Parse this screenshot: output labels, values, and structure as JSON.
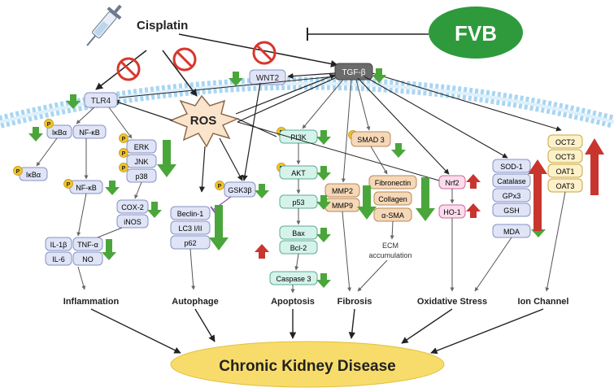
{
  "title": "Cisplatin",
  "fvb_label": "FVB",
  "ros_label": "ROS",
  "ckd_label": "Chronic Kidney Disease",
  "colors": {
    "fvb_green": "#2e9a3c",
    "down_arrow": "#4aa63a",
    "up_arrow": "#c8352e",
    "inhibit_red": "#d9362b",
    "membrane": "#a9d6f2",
    "ckd_fill": "#f8dc6b",
    "phospho": "#f3c425"
  },
  "nodes": {
    "wnt2": "WNT2",
    "tgfb": "TGF-β",
    "tlr4": "TLR4",
    "ikba1": "IκBα",
    "nfkb1": "NF-κB",
    "ikba2": "IκBα",
    "nfkb2": "NF-κB",
    "erk": "ERK",
    "jnk": "JNK",
    "p38": "p38",
    "cox2": "COX-2",
    "inos": "iNOS",
    "il1b": "IL-1β",
    "tnfa": "TNF-α",
    "il6": "IL-6",
    "no": "NO",
    "gsk3b": "GSK3β",
    "beclin": "Beclin-1",
    "lc3": "LC3 I/II",
    "p62": "p62",
    "pi3k": "PI3K",
    "akt": "AKT",
    "p53": "p53",
    "bax": "Bax",
    "bcl2": "Bcl-2",
    "casp3": "Caspase 3",
    "smad3": "SMAD 3",
    "mmp2": "MMP2",
    "mmp9": "MMP9",
    "fibronectin": "Fibronectin",
    "collagen": "Collagen",
    "asma": "α-SMA",
    "ecm1": "ECM",
    "ecm2": "accumulation",
    "nrf2": "Nrf2",
    "ho1": "HO-1",
    "sod1": "SOD-1",
    "catalase": "Catalase",
    "gpx3": "GPx3",
    "gsh": "GSH",
    "mda": "MDA",
    "oct2": "OCT2",
    "oct3": "OCT3",
    "oat1": "OAT1",
    "oat3": "OAT3"
  },
  "outcomes": {
    "inflammation": "Inflammation",
    "autophage": "Autophage",
    "apoptosis": "Apoptosis",
    "fibrosis": "Fibrosis",
    "oxidative": "Oxidative Stress",
    "ion": "Ion Channel"
  },
  "phospho_label": "P"
}
